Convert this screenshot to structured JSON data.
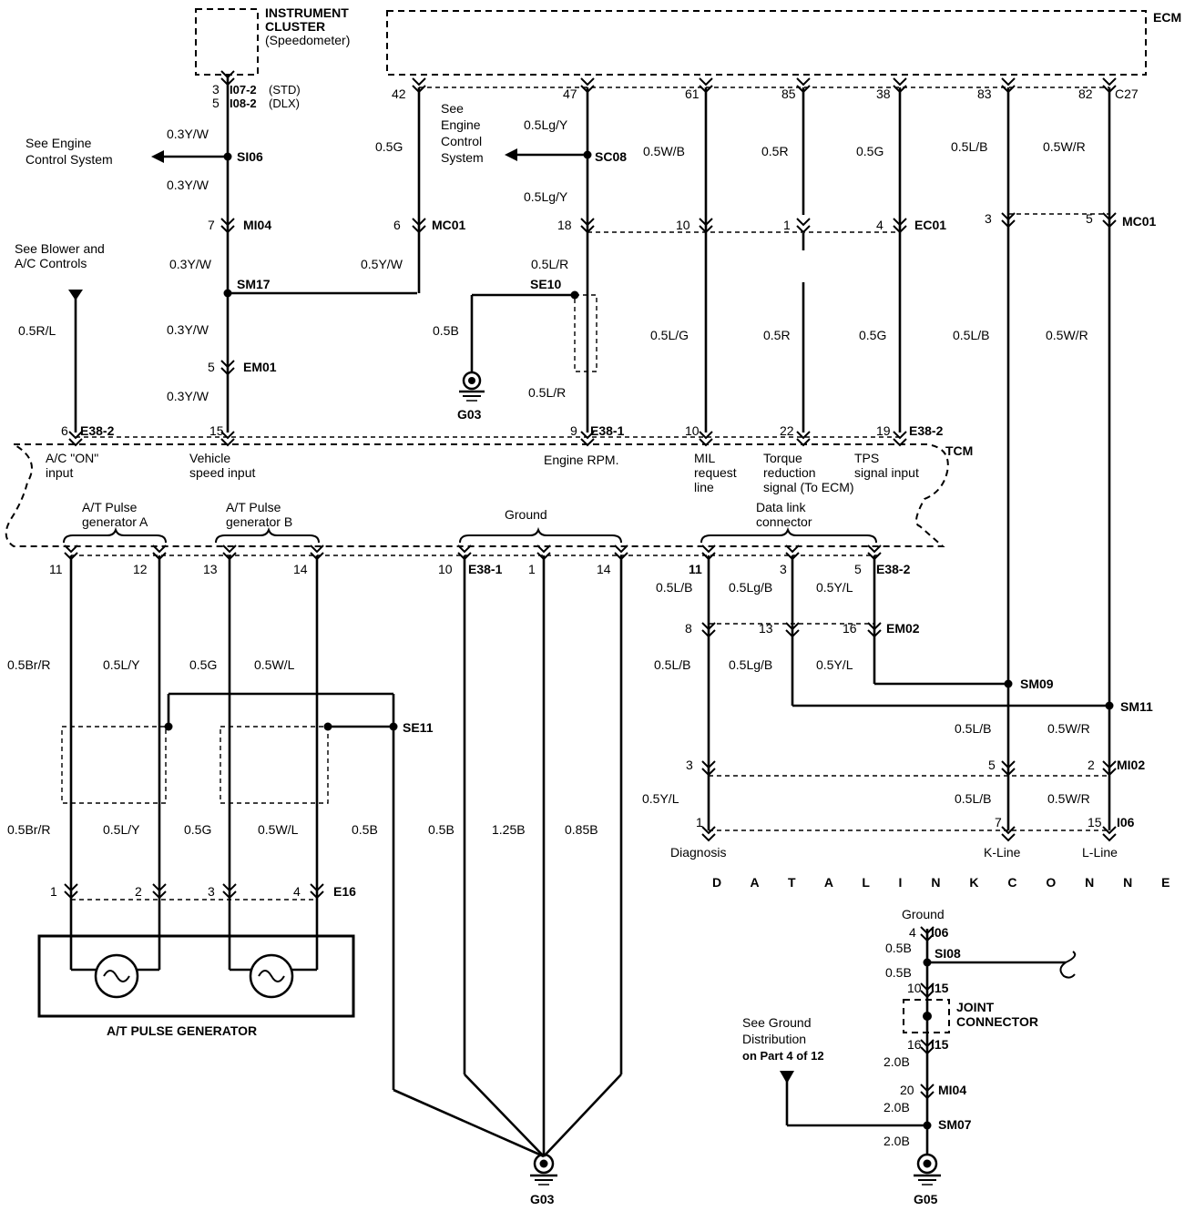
{
  "components": {
    "instrument_cluster": [
      "INSTRUMENT",
      "CLUSTER",
      "(Speedometer)"
    ],
    "ecm": "ECM",
    "tcm": "TCM",
    "at_pulse_generator": "A/T PULSE GENERATOR",
    "data_link_connector_title": "D A T A   L I N K   C O N N E C T O R",
    "joint_connector": [
      "JOINT",
      "CONNECTOR"
    ]
  },
  "references": {
    "engine_control_left": [
      "See Engine",
      "Control System"
    ],
    "engine_control_mid": [
      "See",
      "Engine",
      "Control",
      "System"
    ],
    "blower_ac": [
      "See Blower and",
      "A/C Controls"
    ],
    "ground_distribution": [
      "See Ground",
      "Distribution",
      "on Part 4 of 12"
    ]
  },
  "connectors": {
    "i07": "I07-2",
    "i07_note": "(STD)",
    "i08": "I08-2",
    "i08_note": "(DLX)",
    "si06": "SI06",
    "mi04": "MI04",
    "sm17": "SM17",
    "em01": "EM01",
    "mc01": "MC01",
    "sc08": "SC08",
    "se10": "SE10",
    "ec01": "EC01",
    "c27": "C27",
    "e38_1": "E38-1",
    "e38_2": "E38-2",
    "em02": "EM02",
    "sm09": "SM09",
    "sm11": "SM11",
    "mi02": "MI02",
    "i06": "I06",
    "se11": "SE11",
    "e16": "E16",
    "si08": "SI08",
    "i15": "I15",
    "sm07": "SM07"
  },
  "grounds": {
    "g03": "G03",
    "g05": "G05"
  },
  "tcm_inputs": {
    "ac_on": [
      "A/C \"ON\"",
      "input"
    ],
    "vehicle_speed": [
      "Vehicle",
      "speed input"
    ],
    "engine_rpm": "Engine RPM.",
    "mil": [
      "MIL",
      "request",
      "line"
    ],
    "torque": [
      "Torque",
      "reduction",
      "signal (To ECM)"
    ],
    "tps": [
      "TPS",
      "signal input"
    ]
  },
  "tcm_groups": {
    "pulse_a": [
      "A/T Pulse",
      "generator A"
    ],
    "pulse_b": [
      "A/T Pulse",
      "generator B"
    ],
    "ground": "Ground",
    "data_link": [
      "Data link",
      "connector"
    ]
  },
  "dlc_pins": {
    "diagnosis": "Diagnosis",
    "k_line": "K-Line",
    "l_line": "L-Line"
  },
  "ground_label": "Ground",
  "wires": {
    "y_w": "0.3Y/W",
    "g05": "0.5G",
    "y_w05": "0.5Y/W",
    "r_l": "0.5R/L",
    "lg_y": "0.5Lg/Y",
    "l_r": "0.5L/R",
    "b05": "0.5B",
    "w_b": "0.5W/B",
    "r05": "0.5R",
    "l_b": "0.5L/B",
    "w_r": "0.5W/R",
    "l_g": "0.5L/G",
    "br_r": "0.5Br/R",
    "l_y": "0.5L/Y",
    "w_l": "0.5W/L",
    "b125": "1.25B",
    "b085": "0.85B",
    "lg_b": "0.5Lg/B",
    "y_l": "0.5Y/L",
    "b20": "2.0B"
  },
  "pins": {
    "n1": "1",
    "n2": "2",
    "n3": "3",
    "n4": "4",
    "n5": "5",
    "n6": "6",
    "n7": "7",
    "n8": "8",
    "n9": "9",
    "n10": "10",
    "n11": "11",
    "n12": "12",
    "n13": "13",
    "n14": "14",
    "n15": "15",
    "n16": "16",
    "n18": "18",
    "n19": "19",
    "n20": "20",
    "n22": "22",
    "n38": "38",
    "n42": "42",
    "n47": "47",
    "n61": "61",
    "n82": "82",
    "n83": "83",
    "n85": "85"
  }
}
